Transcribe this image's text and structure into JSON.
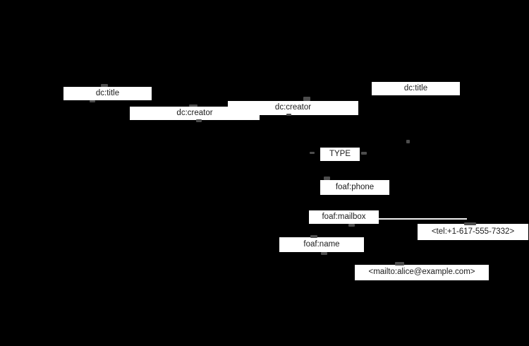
{
  "diagram": {
    "kind": "rdf-graph",
    "colors": {
      "background": "#000000",
      "label_box_fill": "#ffffff",
      "label_text": "#1c1c1c",
      "connector": "#ededed"
    },
    "edge_labels": {
      "dc_title_left": "dc:title",
      "dc_creator_left": "dc:creator",
      "dc_creator_right": "dc:creator",
      "dc_title_right": "dc:title",
      "type": "TYPE",
      "foaf_phone": "foaf:phone",
      "foaf_mailbox": "foaf:mailbox",
      "foaf_name": "foaf:name"
    },
    "node_labels": {
      "tel": "<tel:+1-617-555-7332>",
      "mailto": "<mailto:alice@example.com>"
    }
  }
}
